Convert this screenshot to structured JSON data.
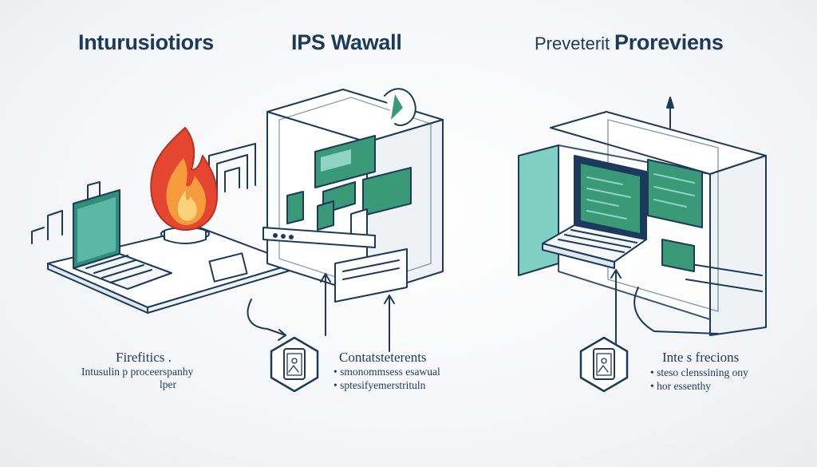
{
  "titles": {
    "left": "Inturusiotiors",
    "center": "IPS Wawall",
    "right_prefix": "Preveterit",
    "right_main": "Proreviens"
  },
  "captions": {
    "left": {
      "heading": "Firefitics .",
      "line1": "Intusulin p proceerspanhy",
      "line2": "lper"
    },
    "center": {
      "heading": "Contatsteterents",
      "line1": "• smonommsess esawual",
      "line2": "• sptesifyemerstrituln"
    },
    "right": {
      "heading": "Inte s frecions",
      "line1": "• steso clenssining ony",
      "line2": "• hor essenthy"
    }
  },
  "colors": {
    "outline": "#1c3a5c",
    "accent_green": "#3a9a78",
    "light_teal": "#8fd3c7",
    "flame_red": "#d8402c",
    "flame_orange": "#f39a3c"
  },
  "icons": [
    "fire-icon",
    "laptop-icon",
    "server-icon",
    "shield-phone-icon",
    "arrow-icon"
  ]
}
